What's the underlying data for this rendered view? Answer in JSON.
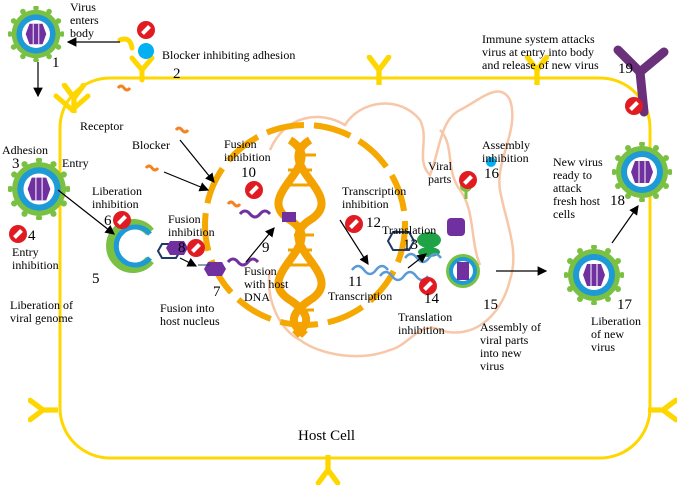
{
  "colors": {
    "cell_membrane": "#ffd700",
    "nucleus": "#f5a800",
    "er": "#f7c7a8",
    "virus_outer": "#7ac143",
    "virus_shell": "#1e9ad6",
    "capsid": "#7030a0",
    "blocker": "#00b0f0",
    "inhibition": "#e11b22",
    "antibody": "#6a3079",
    "ribosome": "#1fa346",
    "dna": "#f3a200"
  },
  "icons": [
    "virus-particle",
    "receptor-y",
    "antibody-y",
    "inhibition-sign",
    "dna-helix",
    "ribosome",
    "blocker-molecule"
  ],
  "labels": {
    "virus_enters": "Virus\nenters\nbody",
    "blocker_adhesion": "Blocker inhibiting adhesion",
    "receptor": "Receptor",
    "adhesion": "Adhesion",
    "entry": "Entry",
    "liberation_inhibition": "Liberation\ninhibition",
    "entry_inhibition": "Entry\ninhibition",
    "liberation_genome": "Liberation of\nviral genome",
    "blocker": "Blocker",
    "fusion_inhibition_10": "Fusion\ninhibition",
    "fusion_inhibition_8": "Fusion\ninhibition",
    "fusion_into_nucleus": "Fusion into\nhost nucleus",
    "fusion_host_dna": "Fusion\nwith host\nDNA",
    "transcription_inhibition": "Transcription\ninhibition",
    "transcription": "Transcription",
    "viral_parts": "Viral\nparts",
    "assembly_inhibition": "Assembly\ninhibition",
    "translation": "Translation",
    "translation_inhibition": "Translation\ninhibition",
    "assembly_new_virus": "Assembly of\nviral parts\ninto new\nvirus",
    "new_virus_ready": "New virus\nready to\nattack\nfresh host\ncells",
    "liberation_new_virus": "Liberation\nof new\nvirus",
    "immune": "Immune system attacks\nvirus at entry into body\nand release of  new virus",
    "host_cell": "Host Cell"
  },
  "steps": [
    "1",
    "2",
    "3",
    "4",
    "5",
    "6",
    "7",
    "8",
    "9",
    "10",
    "11",
    "12",
    "13",
    "14",
    "15",
    "16",
    "17",
    "18",
    "19"
  ]
}
